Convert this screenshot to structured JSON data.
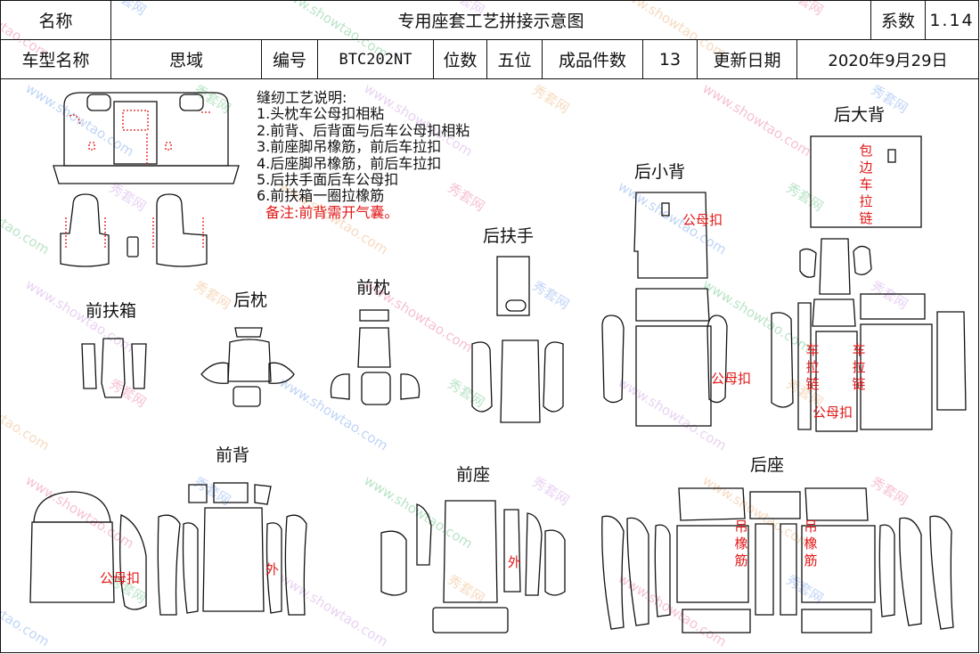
{
  "header": {
    "name_label": "名称",
    "title": "专用座套工艺拼接示意图",
    "coef_label": "系数",
    "coef_value": "1.14",
    "model_label": "车型名称",
    "model_value": "思域",
    "code_label": "编号",
    "code_value": "BTC202NT",
    "seats_label": "位数",
    "seats_value": "五位",
    "pieces_label": "成品件数",
    "pieces_value": "13",
    "date_label": "更新日期",
    "date_value": "2020年9月29日"
  },
  "notes": {
    "heading": "缝纫工艺说明:",
    "items": [
      "1.头枕车公母扣相粘",
      "2.前背、后背面与后车公母扣相粘",
      "3.前座脚吊橡筋，前后车拉扣",
      "4.后座脚吊橡筋，前后车拉扣",
      "5.后扶手面后车公母扣",
      "6.前扶箱一圈拉橡筋"
    ],
    "remark": "备注:前背需开气囊。"
  },
  "sections": {
    "front_armbox": "前扶箱",
    "rear_headrest": "后枕",
    "front_headrest": "前枕",
    "rear_armrest": "后扶手",
    "rear_small_back": "后小背",
    "rear_big_back": "后大背",
    "front_back": "前背",
    "front_seat": "前座",
    "rear_seat": "后座"
  },
  "annotations": {
    "snap": "公母扣",
    "outer": "外",
    "edge_zipper": "包边车拉链",
    "zipper": "车拉链",
    "elastic": "吊橡筋"
  },
  "watermark": {
    "site": "www.showtao.com",
    "brand": "秀套网"
  },
  "colors": {
    "annotation": "#e01818",
    "line": "#111111"
  }
}
